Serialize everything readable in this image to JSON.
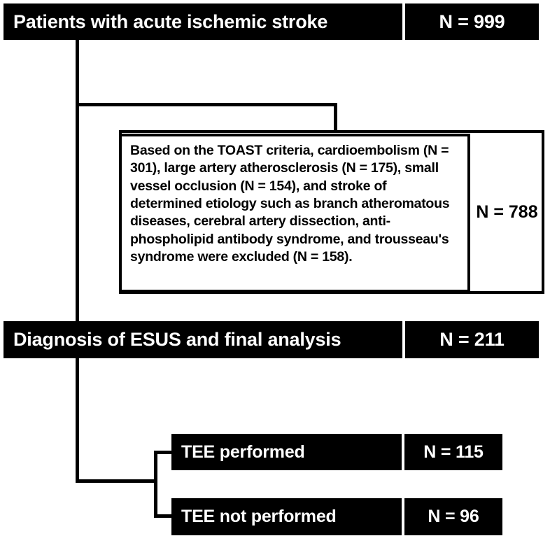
{
  "diagram": {
    "title": "Patient selection flowchart for ESUS study",
    "colors": {
      "box_fill": "#000000",
      "box_text": "#ffffff",
      "outline_stroke": "#000000",
      "outline_fill": "#ffffff",
      "outline_text": "#000000",
      "background": "#ffffff"
    }
  },
  "nodes": {
    "enrolled": {
      "label": "Patients with acute ischemic stroke",
      "count": "N = 999"
    },
    "excluded": {
      "label": "Based on the TOAST criteria, cardioembolism (N = 301), large artery atherosclerosis (N = 175), small vessel occlusion (N = 154), and stroke of determined etiology such as branch atheromatous diseases, cerebral artery dissection, anti-phospholipid antibody syndrome, and trousseau's syndrome were excluded (N = 158).",
      "count": "N = 788"
    },
    "esus": {
      "label": "Diagnosis of ESUS and final analysis",
      "count": "N = 211"
    },
    "tee_performed": {
      "label": "TEE performed",
      "count": "N = 115"
    },
    "tee_not_performed": {
      "label": "TEE not performed",
      "count": "N = 96"
    }
  },
  "exclusion_breakdown": {
    "cardioembolism": 301,
    "large_artery_atherosclerosis": 175,
    "small_vessel_occlusion": 154,
    "determined_etiology": 158,
    "total_excluded": 788
  },
  "counts": {
    "enrolled": 999,
    "excluded": 788,
    "esus": 211,
    "tee_performed": 115,
    "tee_not_performed": 96
  }
}
